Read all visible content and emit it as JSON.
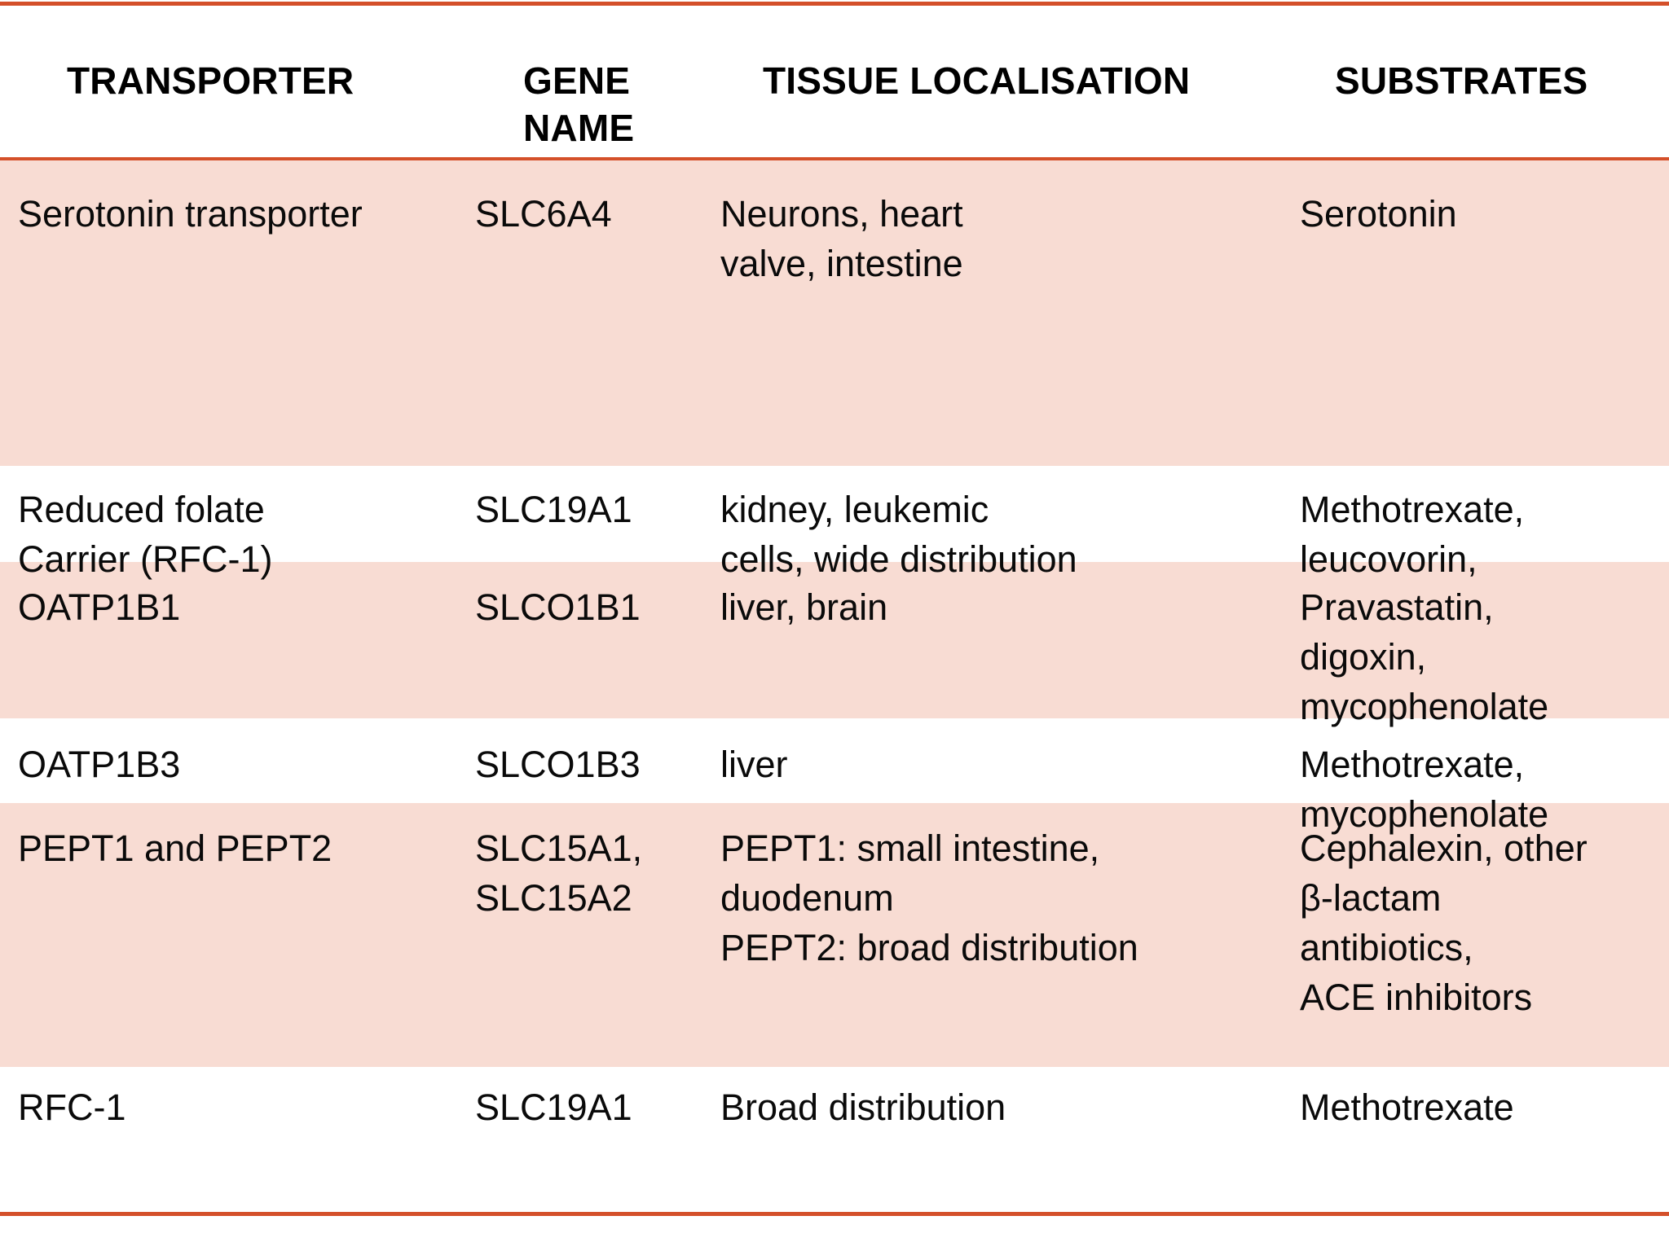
{
  "colors": {
    "rule": "#D4502A",
    "row_shade": "#F8DCD3",
    "row_plain": "#FFFFFF",
    "text": "#0A0A0A"
  },
  "table": {
    "columns": [
      {
        "key": "transporter",
        "label": "TRANSPORTER"
      },
      {
        "key": "gene_name",
        "label": "GENE\nNAME"
      },
      {
        "key": "tissue",
        "label": "TISSUE LOCALISATION"
      },
      {
        "key": "substrates",
        "label": "SUBSTRATES"
      }
    ],
    "rows": [
      {
        "shaded": true,
        "transporter": "Serotonin transporter",
        "gene_name": "SLC6A4",
        "tissue": "Neurons, heart\nvalve, intestine",
        "substrates": "Serotonin"
      },
      {
        "shaded": false,
        "transporter": "Reduced folate\nCarrier (RFC-1)",
        "gene_name": "SLC19A1",
        "tissue": "kidney,  leukemic\ncells, wide distribution",
        "substrates": "Methotrexate,\nleucovorin,"
      },
      {
        "shaded": true,
        "transporter": "OATP1B1",
        "gene_name": "SLCO1B1",
        "tissue": "liver, brain",
        "substrates": "Pravastatin,\ndigoxin,\nmycophenolate"
      },
      {
        "shaded": false,
        "transporter": "OATP1B3",
        "gene_name": "SLCO1B3",
        "tissue": "liver",
        "substrates": "Methotrexate,\nmycophenolate"
      },
      {
        "shaded": true,
        "transporter": "PEPT1 and PEPT2",
        "gene_name": "SLC15A1,\nSLC15A2",
        "tissue": "PEPT1: small intestine,\nduodenum\nPEPT2: broad distribution",
        "substrates": "Cephalexin, other\nβ-lactam\nantibiotics,\nACE inhibitors"
      },
      {
        "shaded": false,
        "transporter": "RFC-1",
        "gene_name": "SLC19A1",
        "tissue": "Broad distribution",
        "substrates": "Methotrexate"
      }
    ]
  }
}
